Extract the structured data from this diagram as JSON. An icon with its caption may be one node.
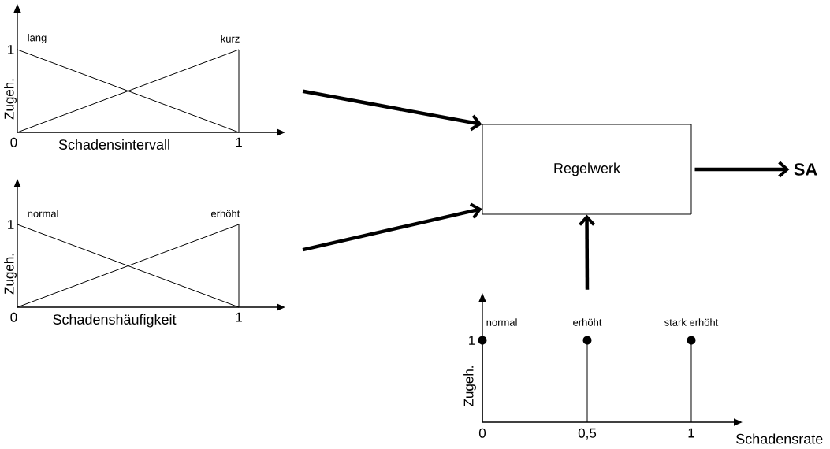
{
  "diagram": {
    "nodes": [
      {
        "text": [],
        "shape": "chart"
      },
      {
        "text": [],
        "shape": "chart"
      },
      {
        "text": [
          "Regelwerk"
        ]
      },
      {
        "text": [
          "SA"
        ]
      },
      {
        "text": [],
        "shape": "chart"
      }
    ],
    "edges": [
      {
        "from": 0,
        "to": 2,
        "arrow": "to"
      },
      {
        "from": 1,
        "to": 2,
        "arrow": "to"
      },
      {
        "from": 2,
        "to": 3,
        "arrow": "to"
      },
      {
        "from": 4,
        "to": 2,
        "arrow": "to"
      }
    ],
    "labels": [
      "lang",
      "kurz",
      "1",
      "Zugeh.",
      "0",
      "Schadensintervall",
      "1",
      "normal",
      "erhöht",
      "1",
      "Zugeh.",
      "0",
      "Schadenshäufigkeit",
      "1",
      "normal",
      "erhöht",
      "stark erhöht",
      "1",
      "Zugeh.",
      "0",
      "0,5",
      "1",
      "Schadensrate"
    ]
  }
}
